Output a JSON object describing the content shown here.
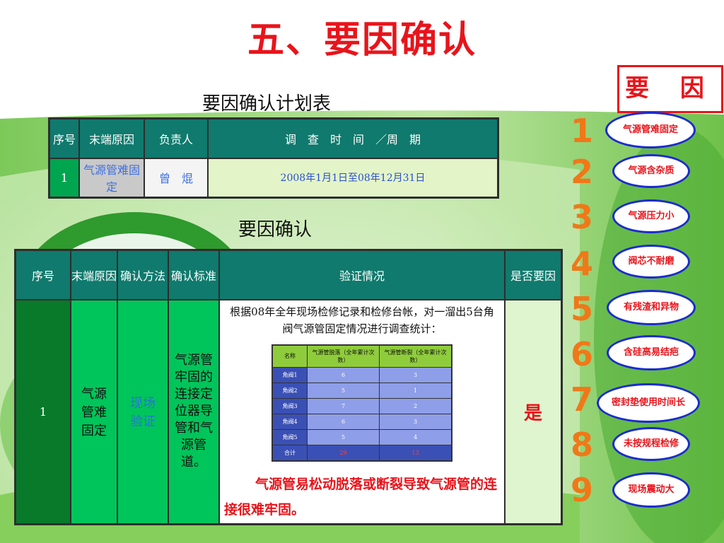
{
  "page": {
    "title": "五、要因确认",
    "plan_title": "要因确认计划表",
    "confirm_title": "要因确认"
  },
  "plan_table": {
    "headers": [
      "序号",
      "末端原因",
      "负责人",
      "调　查　时　间　／周　期"
    ],
    "row": {
      "no": "1",
      "cause": "气源管难固定",
      "person": "曾　焜",
      "period": "2008年1月1日至08年12月31日"
    }
  },
  "confirm_table": {
    "headers": [
      "序号",
      "末端原因",
      "确认方法",
      "确认标准",
      "验证情况",
      "是否要因"
    ],
    "row": {
      "no": "1",
      "cause": "气源管难固定",
      "method": "现场验证",
      "standard": "气源管牢固的连接定位器导管和气源管道。",
      "intro": "根据08年全年现场检修记录和检修台帐，对一溜出5台角阀气源管固定情况进行调查统计：",
      "conclusion": "气源管易松动脱落或断裂导致气源管的连接很难牢固。",
      "result": "是"
    },
    "stats_table": {
      "headers": [
        "名称",
        "气源管脱落（全年累计次数）",
        "气源管断裂（全年累计次数）"
      ],
      "rows": [
        {
          "name": "角阀1",
          "drop": "6",
          "break": "3"
        },
        {
          "name": "角阀2",
          "drop": "5",
          "break": "1"
        },
        {
          "name": "角阀3",
          "drop": "7",
          "break": "2"
        },
        {
          "name": "角阀4",
          "drop": "6",
          "break": "3"
        },
        {
          "name": "角阀5",
          "drop": "5",
          "break": "4"
        }
      ],
      "total": {
        "name": "合计",
        "drop": "29",
        "break": "13"
      }
    }
  },
  "factors": {
    "header": "要 因",
    "items": [
      {
        "num": "1",
        "label": "气源管难固定"
      },
      {
        "num": "2",
        "label": "气源含杂质"
      },
      {
        "num": "3",
        "label": "气源压力小"
      },
      {
        "num": "4",
        "label": "阀芯不耐磨"
      },
      {
        "num": "5",
        "label": "有残渣和异物"
      },
      {
        "num": "6",
        "label": "含硅高易结疤"
      },
      {
        "num": "7",
        "label": "密封垫使用时间长"
      },
      {
        "num": "8",
        "label": "未按规程检修"
      },
      {
        "num": "9",
        "label": "现场震动大"
      }
    ]
  },
  "colors": {
    "title_red": "#e8141b",
    "header_teal": "#0f7a6d",
    "cell_green": "#00c55a",
    "number_orange": "#f07818",
    "oval_blue": "#1b2bd0"
  }
}
